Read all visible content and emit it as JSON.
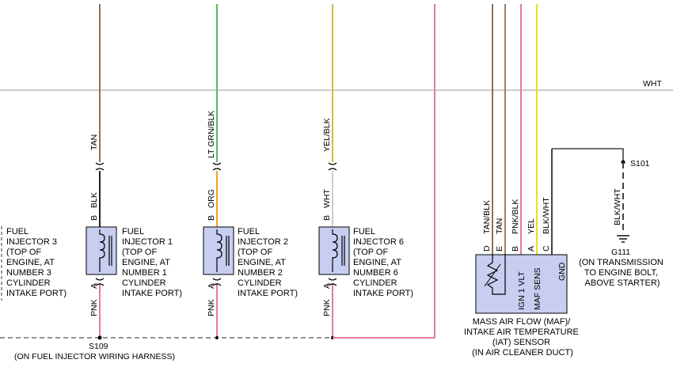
{
  "bus": {
    "label": "WHT"
  },
  "injectors": [
    {
      "title_lines": [
        "FUEL",
        "INJECTOR 1",
        "(TOP OF",
        "ENGINE, AT",
        "NUMBER 1",
        "CYLINDER",
        "INTAKE PORT)"
      ],
      "top_wire": "TAN",
      "mid_wire": "BLK",
      "bottom_wire": "PNK",
      "pin_b": "B",
      "pin_a": "A",
      "colors": {
        "top": "#8b7355",
        "mid": "#222222",
        "bottom": "#e8789a"
      }
    },
    {
      "title_lines": [
        "FUEL",
        "INJECTOR 2",
        "(TOP OF",
        "ENGINE, AT",
        "NUMBER 2",
        "CYLINDER",
        "INTAKE PORT)"
      ],
      "top_wire": "LT GRN/BLK",
      "mid_wire": "ORG",
      "bottom_wire": "PNK",
      "pin_b": "B",
      "pin_a": "A",
      "colors": {
        "top": "#5cb85c",
        "mid": "#f0a030",
        "bottom": "#e8789a"
      }
    },
    {
      "title_lines": [
        "FUEL",
        "INJECTOR 6",
        "(TOP OF",
        "ENGINE, AT",
        "NUMBER 6",
        "CYLINDER",
        "INTAKE PORT)"
      ],
      "top_wire": "YEL/BLK",
      "mid_wire": "WHT",
      "bottom_wire": "PNK",
      "pin_b": "B",
      "pin_a": "A",
      "colors": {
        "top": "#c8c040",
        "mid": "#cccccc",
        "bottom": "#e8789a"
      }
    }
  ],
  "injector3": {
    "title_lines": [
      "FUEL",
      "INJECTOR 3",
      "(TOP OF",
      "ENGINE, AT",
      "NUMBER 3",
      "CYLINDER",
      "INTAKE PORT)"
    ]
  },
  "splice_s109": {
    "name": "S109",
    "desc": "(ON FUEL INJECTOR WIRING HARNESS)"
  },
  "maf": {
    "pins": [
      {
        "letter": "D",
        "wire": "TAN/BLK",
        "color": "#8b7355"
      },
      {
        "letter": "E",
        "wire": "TAN",
        "color": "#a08060"
      },
      {
        "letter": "B",
        "wire": "PNK/BLK",
        "color": "#e8789a"
      },
      {
        "letter": "A",
        "wire": "YEL",
        "color": "#e8e020"
      },
      {
        "letter": "C",
        "wire": "BLK/WHT",
        "color": "#444444"
      }
    ],
    "internal_labels": [
      "IGN 1 VLT",
      "MAF SENS",
      "GND"
    ],
    "title_lines": [
      "MASS AIR FLOW (MAF)/",
      "INTAKE AIR TEMPERATURE",
      "(IAT) SENSOR",
      "(IN AIR CLEANER DUCT)"
    ],
    "box_color": "#c8cef0"
  },
  "splice_s101": {
    "name": "S101",
    "wire": "BLK/WHT"
  },
  "ground_g111": {
    "name": "G111",
    "desc_lines": [
      "(ON TRANSMISSION",
      "TO ENGINE BOLT,",
      "ABOVE STARTER)"
    ]
  },
  "wire_colors": {
    "bus": "#cccccc",
    "pink": "#e8789a",
    "dash": "#555555"
  }
}
